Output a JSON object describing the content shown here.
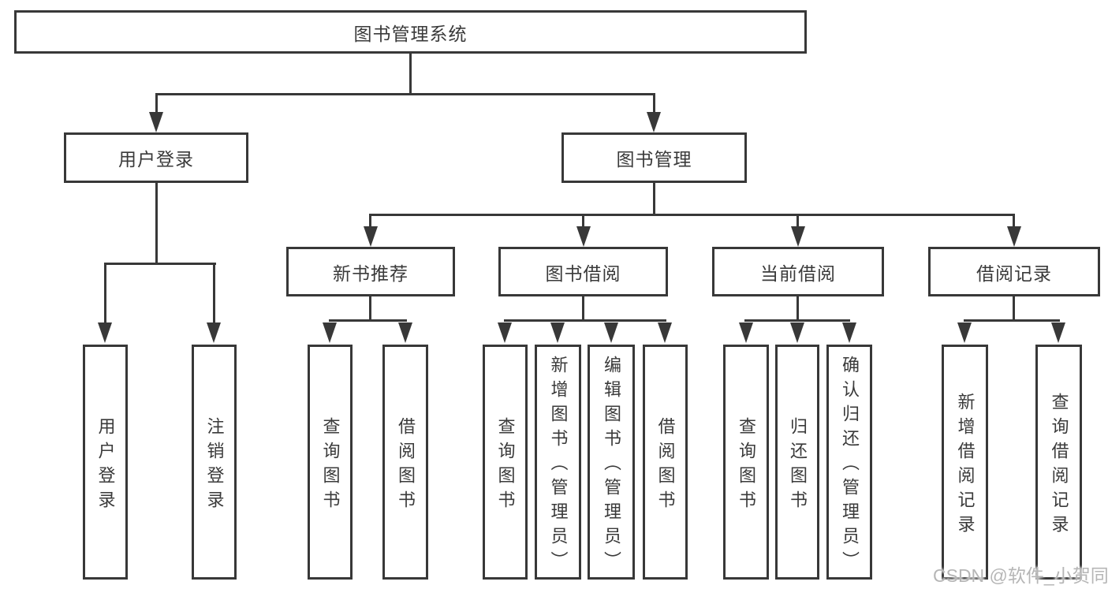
{
  "diagram": {
    "root": {
      "label": "图书管理系统"
    },
    "level2": [
      {
        "label": "用户登录"
      },
      {
        "label": "图书管理"
      }
    ],
    "level3": [
      {
        "label": "新书推荐"
      },
      {
        "label": "图书借阅"
      },
      {
        "label": "当前借阅"
      },
      {
        "label": "借阅记录"
      }
    ],
    "leaves": {
      "user_login": [
        "用户登录",
        "注销登录"
      ],
      "new_books": [
        "查询图书",
        "借阅图书"
      ],
      "book_borrow": [
        "查询图书",
        "新增图书（管理员）",
        "编辑图书（管理员）",
        "借阅图书"
      ],
      "current_borrow": [
        "查询图书",
        "归还图书",
        "确认归还（管理员）"
      ],
      "borrow_records": [
        "新增借阅记录",
        "查询借阅记录"
      ]
    }
  },
  "watermark": {
    "text": "CSDN @软件_小贺同学"
  },
  "colors": {
    "line": "#383838",
    "text": "#3a3a3a",
    "background": "#ffffff",
    "watermark": "#b6b6b6"
  }
}
